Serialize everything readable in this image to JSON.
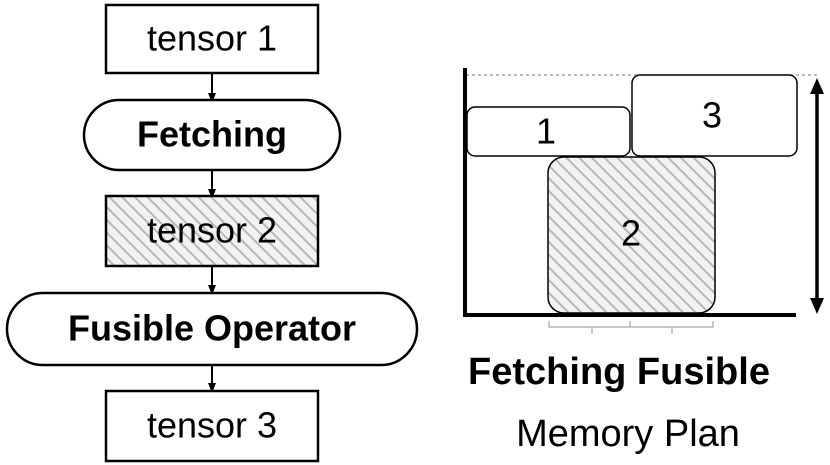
{
  "flowchart": {
    "tensor1": "tensor 1",
    "fetching": "Fetching",
    "tensor2": "tensor 2",
    "fusible_operator": "Fusible Operator",
    "tensor3": "tensor 3"
  },
  "memory_plan": {
    "block1": "1",
    "block2": "2",
    "block3": "3",
    "caption_bold": "Fetching Fusible",
    "caption_regular": "Memory Plan"
  },
  "colors": {
    "stroke": "#000000",
    "hatch": "#b8b8b8",
    "hatch_background": "#f2f2f2",
    "guide_line": "#a6a6a6"
  }
}
